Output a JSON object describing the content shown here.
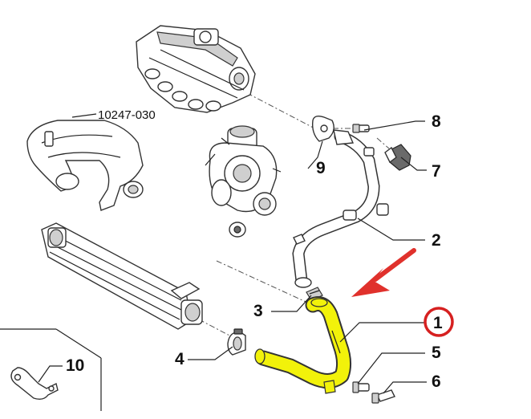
{
  "callouts": {
    "c1": "1",
    "c2": "2",
    "c3": "3",
    "c4": "4",
    "c5": "5",
    "c6": "6",
    "c7": "7",
    "c8": "8",
    "c9": "9",
    "c10": "10"
  },
  "reference_part": "10247-030",
  "colors": {
    "highlight_fill": "#f2f20a",
    "highlight_stroke": "#333333",
    "arrow": "#e0312c",
    "circle": "#d62020",
    "lines": "#222222"
  }
}
